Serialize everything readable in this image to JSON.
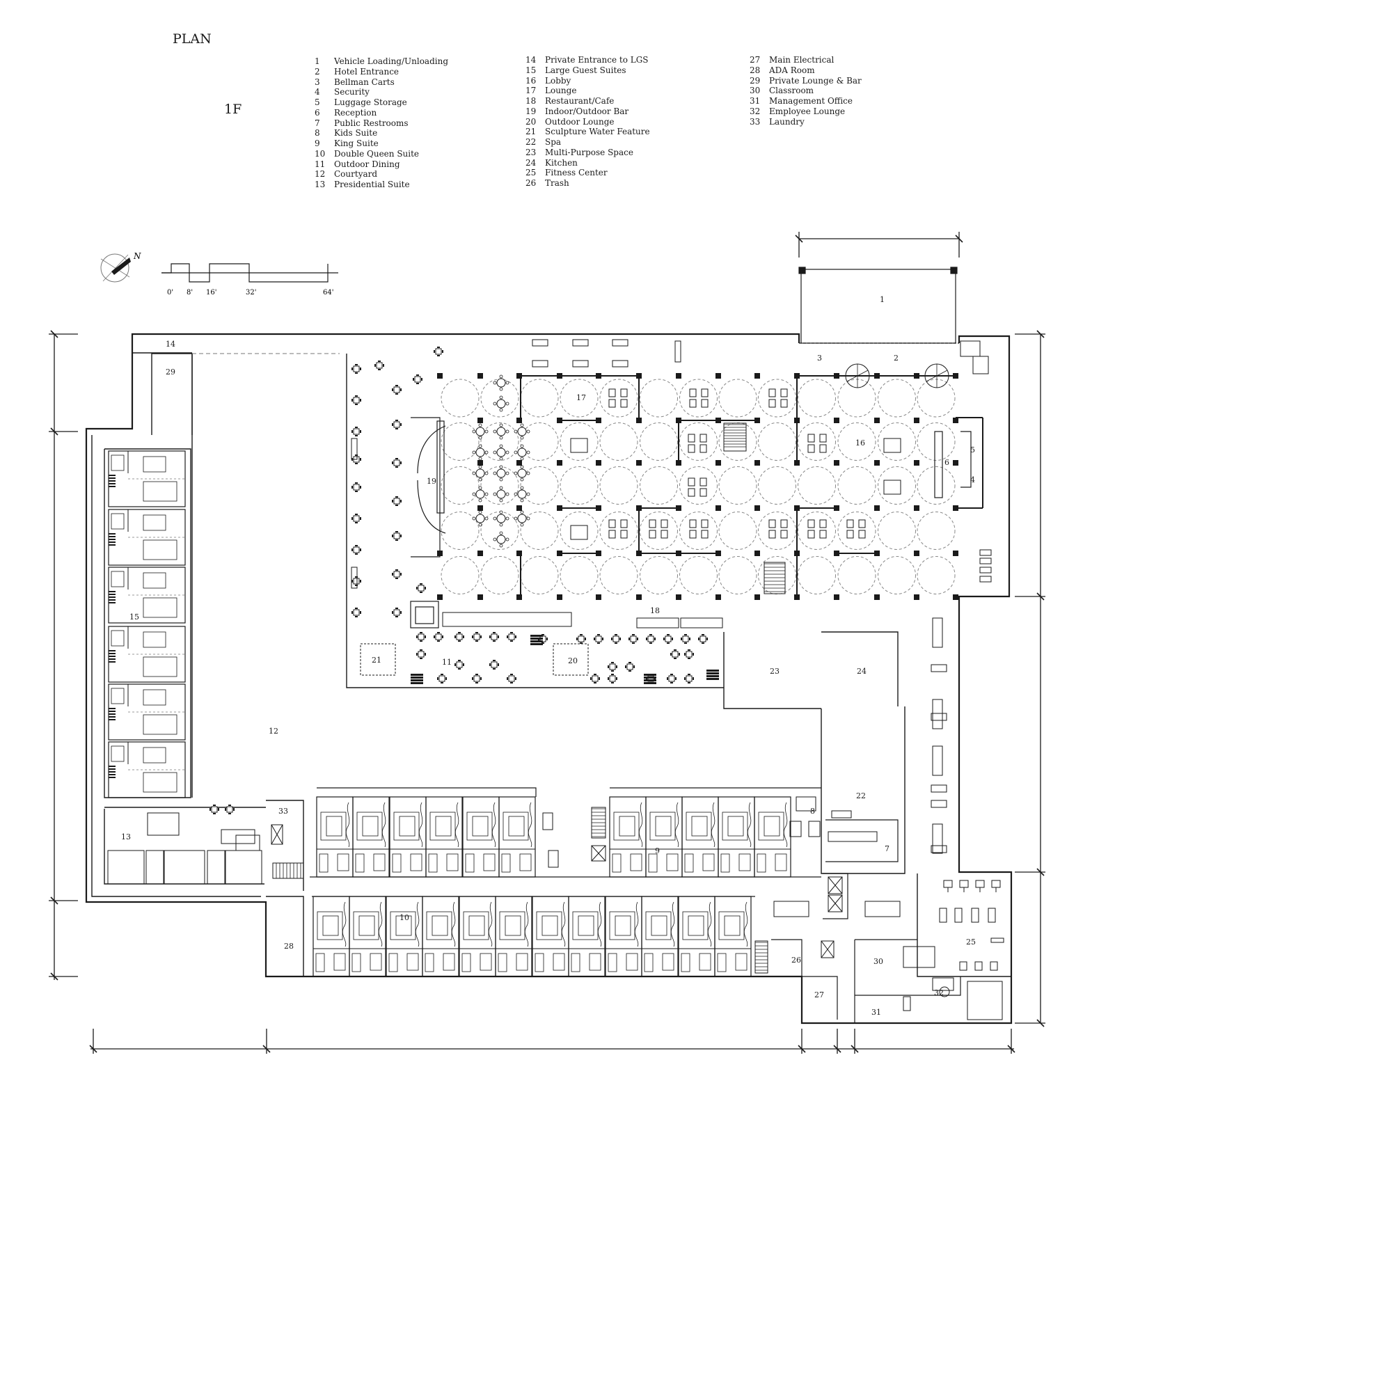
{
  "title": "PLAN",
  "floor": "1F",
  "legend": [
    {
      "num": "1",
      "label": "Vehicle Loading/Unloading"
    },
    {
      "num": "2",
      "label": "Hotel Entrance"
    },
    {
      "num": "3",
      "label": "Bellman Carts"
    },
    {
      "num": "4",
      "label": "Security"
    },
    {
      "num": "5",
      "label": "Luggage Storage"
    },
    {
      "num": "6",
      "label": "Reception"
    },
    {
      "num": "7",
      "label": "Public Restrooms"
    },
    {
      "num": "8",
      "label": "Kids Suite"
    },
    {
      "num": "9",
      "label": "King Suite"
    },
    {
      "num": "10",
      "label": "Double Queen Suite"
    },
    {
      "num": "11",
      "label": "Outdoor Dining"
    },
    {
      "num": "12",
      "label": "Courtyard"
    },
    {
      "num": "13",
      "label": "Presidential Suite"
    },
    {
      "num": "14",
      "label": "Private Entrance to LGS"
    },
    {
      "num": "15",
      "label": "Large Guest Suites"
    },
    {
      "num": "16",
      "label": "Lobby"
    },
    {
      "num": "17",
      "label": "Lounge"
    },
    {
      "num": "18",
      "label": "Restaurant/Cafe"
    },
    {
      "num": "19",
      "label": "Indoor/Outdoor Bar"
    },
    {
      "num": "20",
      "label": "Outdoor Lounge"
    },
    {
      "num": "21",
      "label": "Sculpture Water Feature"
    },
    {
      "num": "22",
      "label": "Spa"
    },
    {
      "num": "23",
      "label": "Multi-Purpose Space"
    },
    {
      "num": "24",
      "label": "Kitchen"
    },
    {
      "num": "25",
      "label": "Fitness Center"
    },
    {
      "num": "26",
      "label": "Trash"
    },
    {
      "num": "27",
      "label": "Main Electrical"
    },
    {
      "num": "28",
      "label": "ADA Room"
    },
    {
      "num": "29",
      "label": "Private Lounge & Bar"
    },
    {
      "num": "30",
      "label": "Classroom"
    },
    {
      "num": "31",
      "label": "Management Office"
    },
    {
      "num": "32",
      "label": "Employee Lounge"
    },
    {
      "num": "33",
      "label": "Laundry"
    }
  ],
  "scale_bar": [
    "0'",
    "8'",
    "16'",
    "32'",
    "64'"
  ],
  "north_label": "N",
  "colors": {
    "line": "#1a1a1a",
    "dashed": "#777777"
  },
  "room_numbers": [
    "1",
    "2",
    "3",
    "4",
    "5",
    "6",
    "7",
    "8",
    "9",
    "10",
    "11",
    "12",
    "13",
    "14",
    "15",
    "16",
    "17",
    "18",
    "19",
    "20",
    "21",
    "22",
    "23",
    "24",
    "25",
    "26",
    "27",
    "28",
    "29",
    "30",
    "31",
    "32",
    "33"
  ]
}
